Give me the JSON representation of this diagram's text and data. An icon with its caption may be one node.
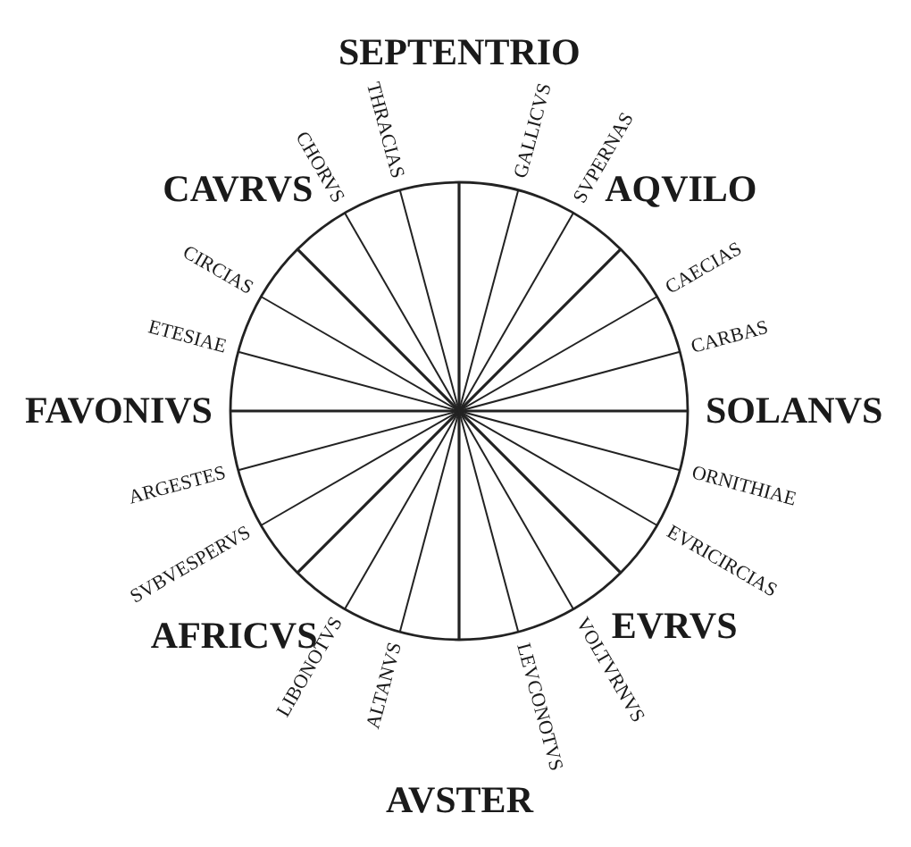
{
  "diagram": {
    "labels": [
      "SEPTENTRIO",
      "GALLICVS",
      "SVPERNAS",
      "AQVILO",
      "CAECIAS",
      "CARBAS",
      "SOLANVS",
      "ORNITHIAE",
      "EVRICIRCIAS",
      "EVRVS",
      "VOLTVRNVS",
      "LEVCONOTVS",
      "AVSTER",
      "ALTANVS",
      "LIBONOTVS",
      "AFRICVS",
      "SVBVESPERVS",
      "ARGESTES",
      "FAVONIVS",
      "ETESIAE",
      "CIRCIAS",
      "CAVRVS",
      "CHORVS",
      "THRACIAS"
    ]
  }
}
